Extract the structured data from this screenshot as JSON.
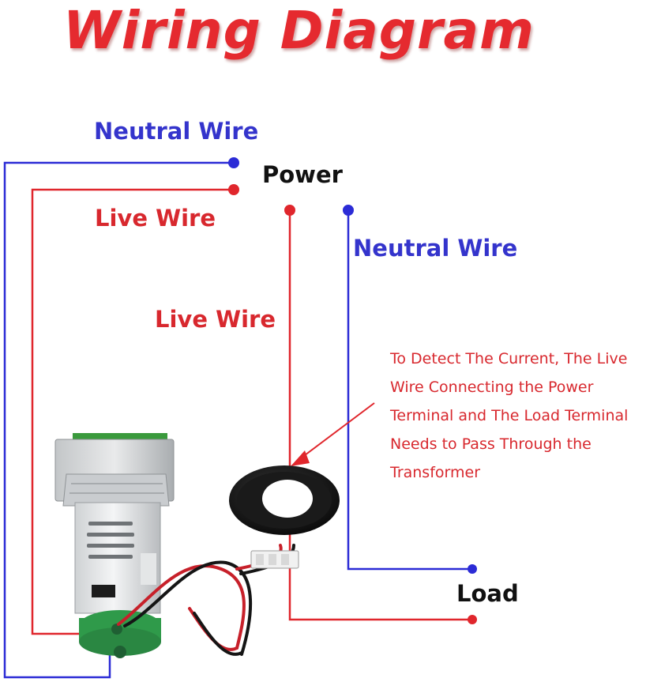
{
  "title": "Wiring Diagram",
  "labels": {
    "neutral_wire_top": "Neutral Wire",
    "power": "Power",
    "live_wire_top": "Live Wire",
    "neutral_wire_right": "Neutral Wire",
    "live_wire_middle": "Live Wire",
    "load": "Load"
  },
  "note": {
    "lines": [
      "To Detect The Current, The Live",
      "Wire Connecting the Power",
      "Terminal and The Load Terminal",
      "Needs to Pass Through the",
      "Transformer"
    ]
  },
  "colors": {
    "neutral": "#2b2bd6",
    "live": "#e0262c",
    "title": "#e52a2f"
  }
}
